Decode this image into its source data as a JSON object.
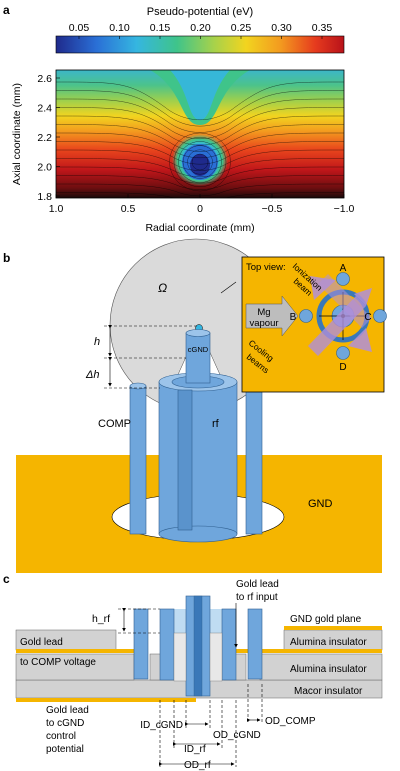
{
  "panels": {
    "a": {
      "letter": "a",
      "colorbar": {
        "title": "Pseudo-potential (eV)",
        "ticks": [
          "0.05",
          "0.10",
          "0.15",
          "0.20",
          "0.25",
          "0.30",
          "0.35"
        ],
        "colors": [
          "#1f2a8c",
          "#2a6fd6",
          "#35b6e0",
          "#3fc48a",
          "#a8d24a",
          "#f2d41f",
          "#f39a1f",
          "#e63b1e",
          "#b8121a"
        ]
      },
      "ylabel": "Axial coordinate (mm)",
      "xlabel": "Radial coordinate (mm)",
      "yticks": [
        "2.6",
        "2.4",
        "2.2",
        "2.0",
        "1.8"
      ],
      "xticks": [
        "1.0",
        "0.5",
        "0",
        "−0.5",
        "−1.0"
      ]
    },
    "b": {
      "letter": "b",
      "omega": "Ω",
      "h": "h",
      "dh": "Δh",
      "cgnd": "cGND",
      "comp": "COMP",
      "rf": "rf",
      "gnd": "GND",
      "inset": {
        "title": "Top view:",
        "ionization": [
          "Ionization",
          "beam"
        ],
        "mg": [
          "Mg",
          "vapour"
        ],
        "cooling": [
          "Cooling",
          "beams"
        ],
        "labels": {
          "A": "A",
          "B": "B",
          "C": "C",
          "D": "D"
        }
      }
    },
    "c": {
      "letter": "c",
      "gold_rf": [
        "Gold lead",
        "to rf input"
      ],
      "h_rf": "h_rf",
      "gnd_plane": "GND gold plane",
      "gold_comp": [
        "Gold lead",
        "to COMP voltage"
      ],
      "alumina1": "Alumina insulator",
      "alumina2": "Alumina insulator",
      "macor": "Macor insulator",
      "gold_cgnd": [
        "Gold lead",
        "to cGND",
        "control",
        "potential"
      ],
      "id_cgnd": "ID_cGND",
      "od_cgnd": "OD_cGND",
      "od_comp": "OD_COMP",
      "id_rf": "ID_rf",
      "od_rf": "OD_rf"
    }
  },
  "colors": {
    "gold": "#f5b500",
    "blue": "#6fa6dc",
    "blue_dark": "#3a78b8",
    "grey_layer": "#d2d2d2",
    "light_blue": "#bfdcf2"
  }
}
